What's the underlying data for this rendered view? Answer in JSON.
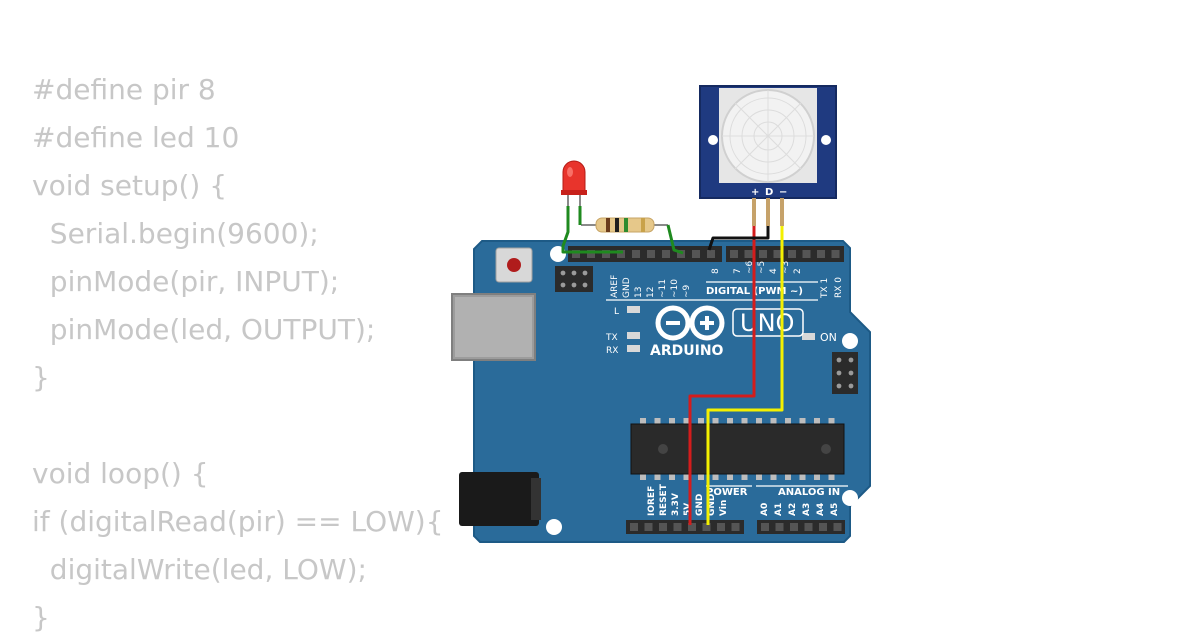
{
  "code": {
    "lines": [
      "#define pir 8",
      "#define led 10",
      "void setup() {",
      "  Serial.begin(9600);",
      "  pinMode(pir, INPUT);",
      "  pinMode(led, OUTPUT);",
      "}",
      "",
      "void loop() {",
      "if (digitalRead(pir) == LOW){",
      "  digitalWrite(led, LOW);",
      "}"
    ]
  },
  "board": {
    "brand": "ARDUINO",
    "model": "UNO",
    "on_label": "ON",
    "l_label": "L",
    "tx_label": "TX",
    "rx_label": "RX",
    "digital_label": "DIGITAL (PWM ~)",
    "power_label": "POWER",
    "analog_label": "ANALOG IN",
    "digital_pins": [
      "AREF",
      "GND",
      "13",
      "12",
      "~11",
      "~10",
      "~9",
      "8",
      "7",
      "~6",
      "~5",
      "4",
      "~3",
      "2",
      "TX 1",
      "RX 0"
    ],
    "power_pins": [
      "IOREF",
      "RESET",
      "3.3V",
      "5V",
      "GND",
      "GND",
      "Vin"
    ],
    "analog_pins": [
      "A0",
      "A1",
      "A2",
      "A3",
      "A4",
      "A5"
    ]
  },
  "pir_sensor": {
    "pin_labels": [
      "+",
      "D",
      "−"
    ]
  },
  "colors": {
    "board": "#2a6b9a",
    "board_dark": "#1d5a86",
    "sensor_body": "#1f3a80",
    "led": "#e8342c",
    "wire_red": "#d41c1c",
    "wire_yellow": "#f4f000",
    "wire_green": "#1f8a1f",
    "wire_black": "#111111",
    "code_text": "#c7c7c7"
  }
}
